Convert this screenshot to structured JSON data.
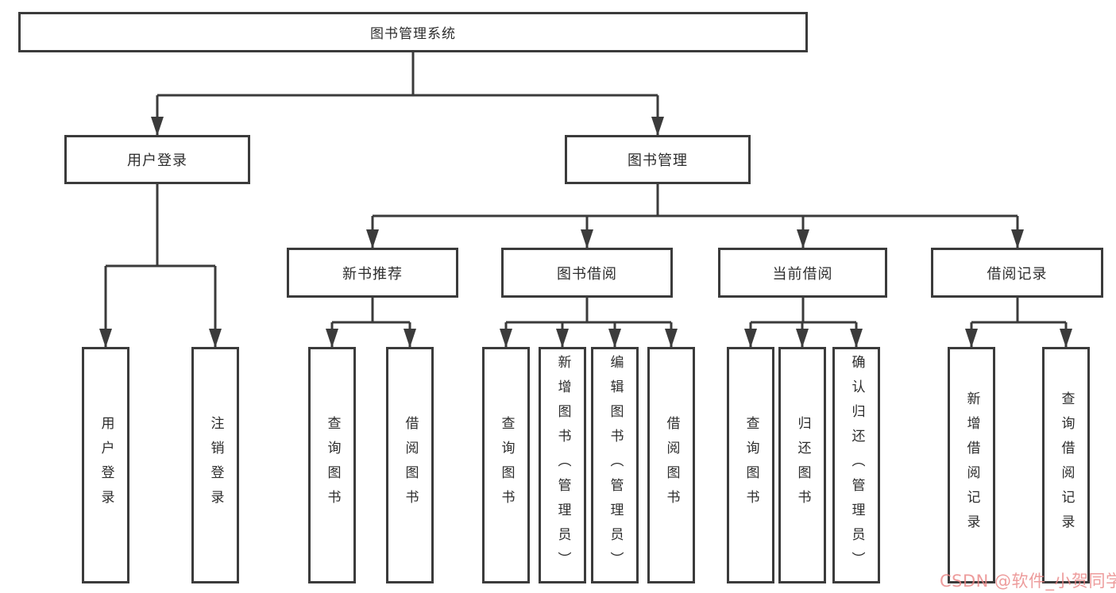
{
  "tree": {
    "root": "图书管理系统",
    "branches": [
      {
        "label": "用户登录",
        "children": [
          "用户登录",
          "注销登录"
        ]
      },
      {
        "label": "图书管理",
        "children": [
          {
            "label": "新书推荐",
            "children": [
              "查询图书",
              "借阅图书"
            ]
          },
          {
            "label": "图书借阅",
            "children": [
              "查询图书",
              "新增图书（管理员）",
              "编辑图书（管理员）",
              "借阅图书"
            ]
          },
          {
            "label": "当前借阅",
            "children": [
              "查询图书",
              "归还图书",
              "确认归还（管理员）"
            ]
          },
          {
            "label": "借阅记录",
            "children": [
              "新增借阅记录",
              "查询借阅记录"
            ]
          }
        ]
      }
    ]
  },
  "watermark": {
    "text": "CSDN @软件_小贺同学",
    "color": "#e98484"
  },
  "colors": {
    "line": "#3b3b3b",
    "box_background": "#ffffff",
    "text": "#2d2d2d"
  }
}
